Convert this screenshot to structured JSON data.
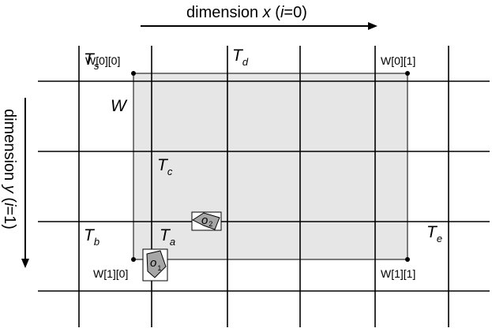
{
  "axes": {
    "x": {
      "prefix": "dimension ",
      "var": "x",
      "open": " (",
      "idx": "i",
      "eq": "=0)"
    },
    "y": {
      "prefix": "dimension ",
      "var": "y",
      "open": " (",
      "idx": "i",
      "eq": "=1)"
    }
  },
  "window_label": "W",
  "corners": {
    "tl": "W[0][0]",
    "tr": "W[0][1]",
    "bl": "W[1][0]",
    "br": "W[1][1]"
  },
  "tiles": {
    "s": {
      "main": "T",
      "sub": "s"
    },
    "d": {
      "main": "T",
      "sub": "d"
    },
    "c": {
      "main": "T",
      "sub": "c"
    },
    "b": {
      "main": "T",
      "sub": "b"
    },
    "a": {
      "main": "T",
      "sub": "a"
    },
    "e": {
      "main": "T",
      "sub": "e"
    }
  },
  "objects": {
    "o1": {
      "main": "o",
      "sub": "1"
    },
    "o2": {
      "main": "o",
      "sub": "2"
    }
  },
  "colors": {
    "window_fill": "#e6e6e6",
    "object_fill": "#a6a6a6",
    "line": "#000000"
  }
}
